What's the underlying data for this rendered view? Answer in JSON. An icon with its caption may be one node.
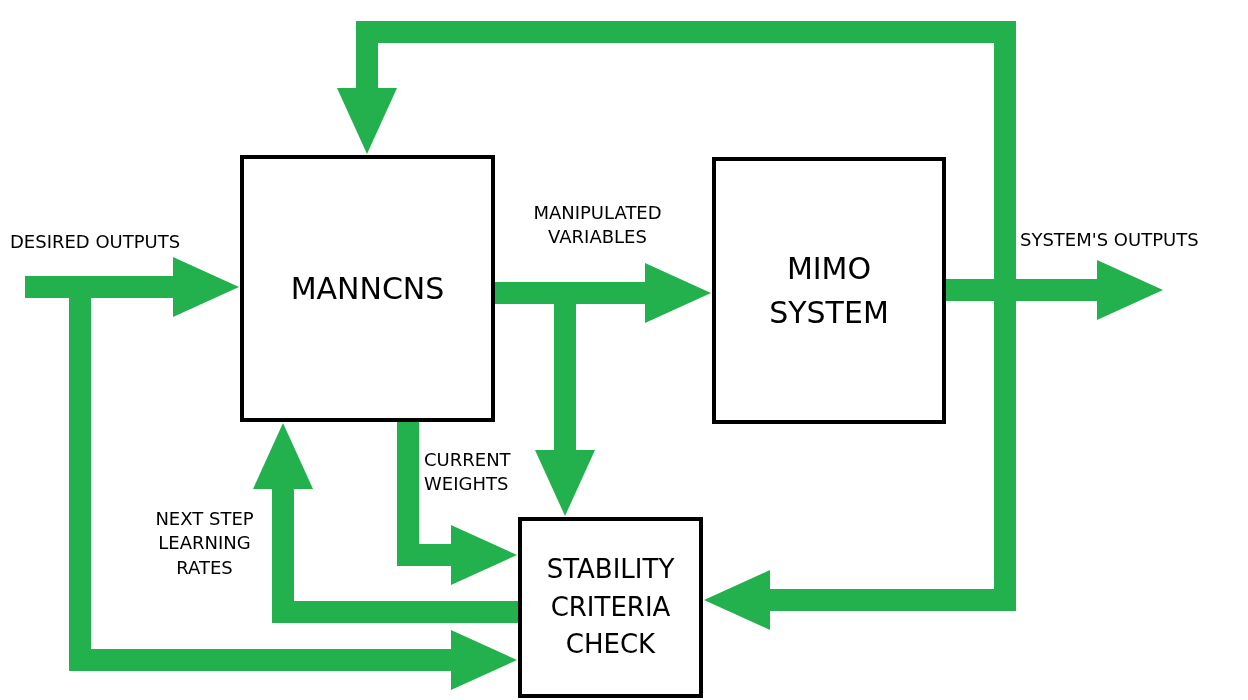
{
  "diagram": {
    "nodes": [
      {
        "text": [
          "MANNCNS"
        ]
      },
      {
        "text": [
          "MIMO SYSTEM"
        ]
      },
      {
        "text": [
          "STABILITY CRITERIA CHECK"
        ]
      }
    ],
    "edges": [
      {
        "from": null,
        "to": 0,
        "arrow": "to",
        "label": "DESIRED OUTPUTS"
      },
      {
        "from": 0,
        "to": 1,
        "arrow": "to",
        "label": "MANIPULATED VARIABLES"
      },
      {
        "from": 1,
        "to": null,
        "arrow": "to",
        "label": "SYSTEM'S OUTPUTS"
      },
      {
        "from": 1,
        "to": 0,
        "arrow": "to"
      },
      {
        "from": 1,
        "to": 2,
        "arrow": "to"
      },
      {
        "from": 0,
        "to": 2,
        "arrow": "to"
      },
      {
        "from": 0,
        "to": 2,
        "arrow": "to",
        "label": "CURRENT WEIGHTS"
      },
      {
        "from": 2,
        "to": 0,
        "arrow": "to",
        "label": "NEXT STEP LEARNING RATES"
      },
      {
        "from": null,
        "to": 2,
        "arrow": "to"
      }
    ]
  }
}
